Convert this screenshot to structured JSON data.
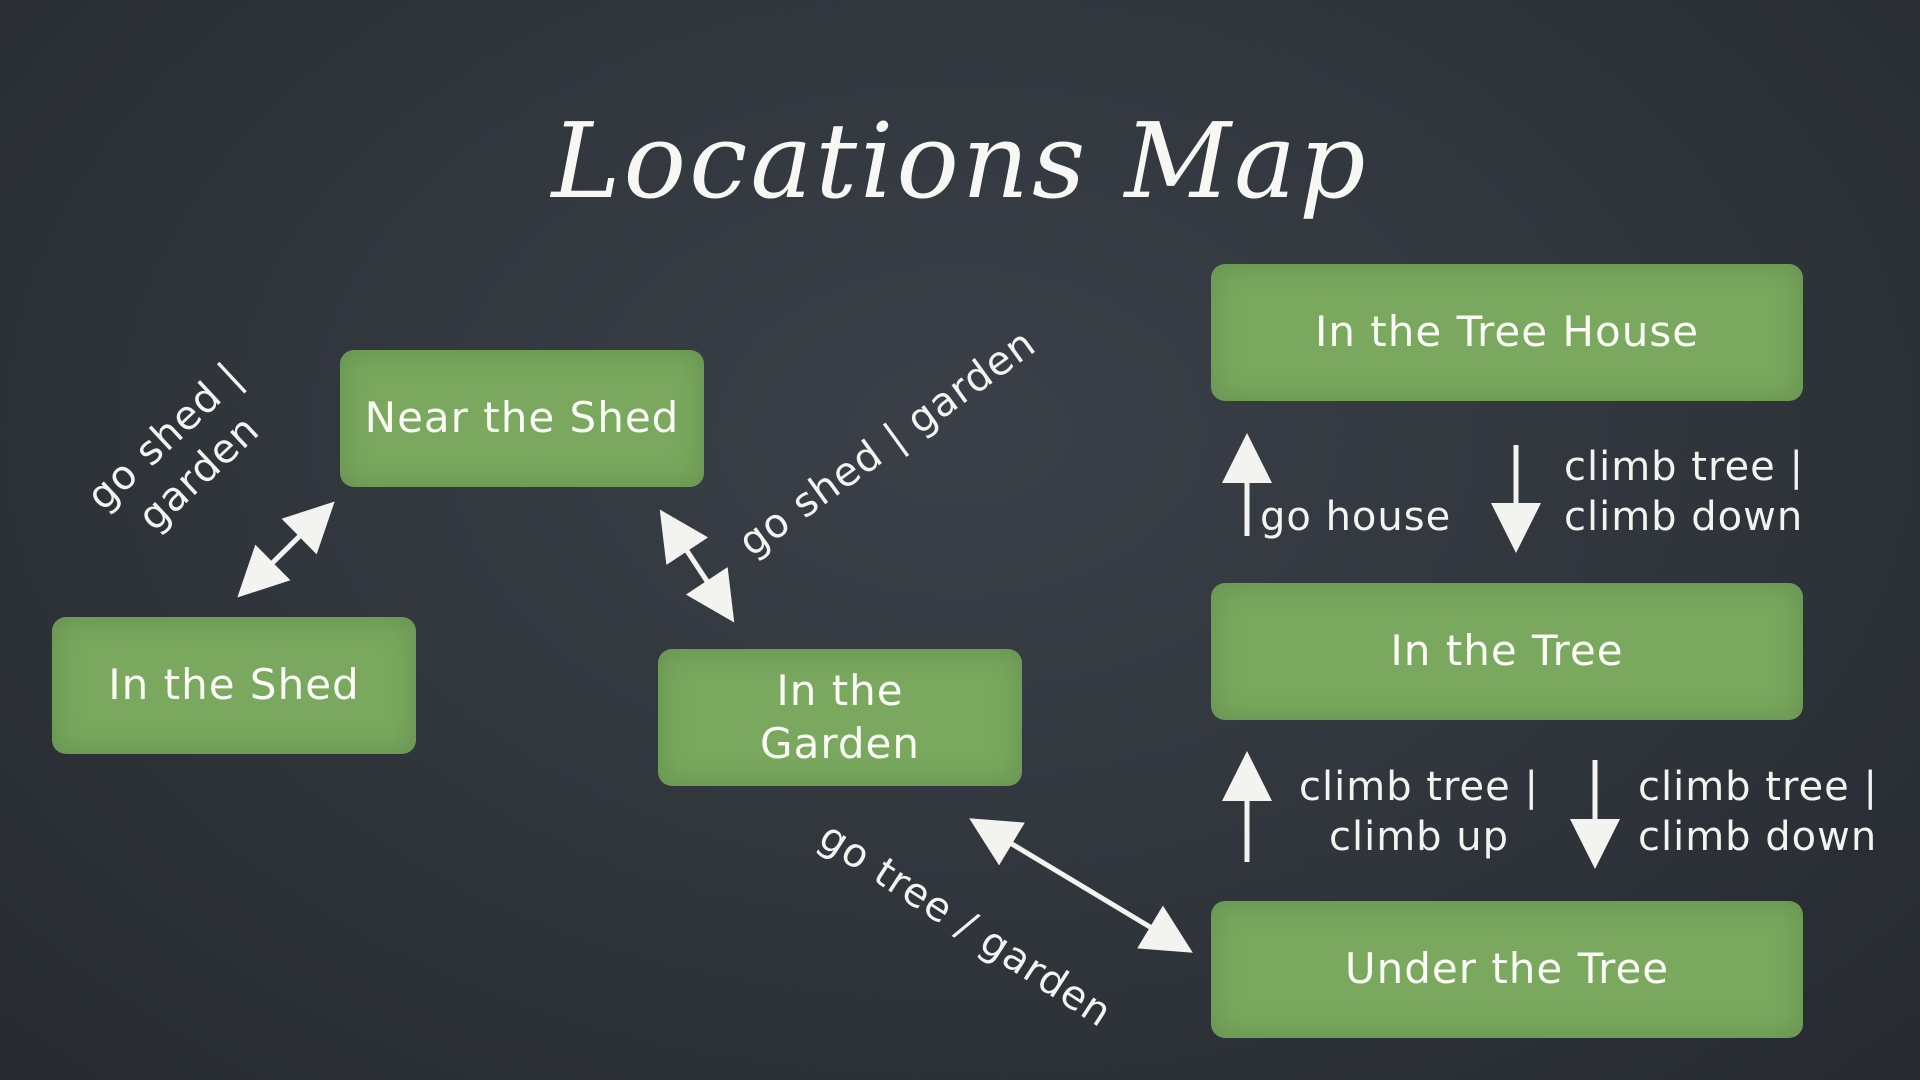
{
  "title": "Locations Map",
  "boxes": {
    "tree_house": "In the Tree House",
    "near_shed": "Near the Shed",
    "in_shed": "In the Shed",
    "garden_line1": "In the",
    "garden_line2": "Garden",
    "in_tree": "In the Tree",
    "under_tree": "Under the Tree"
  },
  "edges": {
    "shed_near_line1": "go shed |",
    "shed_near_line2": "garden",
    "near_garden": "go shed | garden",
    "garden_under": "go tree / garden",
    "go_house": "go house",
    "treehouse_down_line1": "climb tree |",
    "treehouse_down_line2": "climb down",
    "tree_up_line1": "climb tree |",
    "tree_up_line2": "climb up",
    "tree_down_line1": "climb tree |",
    "tree_down_line2": "climb down"
  },
  "colors": {
    "box": "#79a85e",
    "chalk": "#f3f3f0",
    "board": "#30353c"
  }
}
